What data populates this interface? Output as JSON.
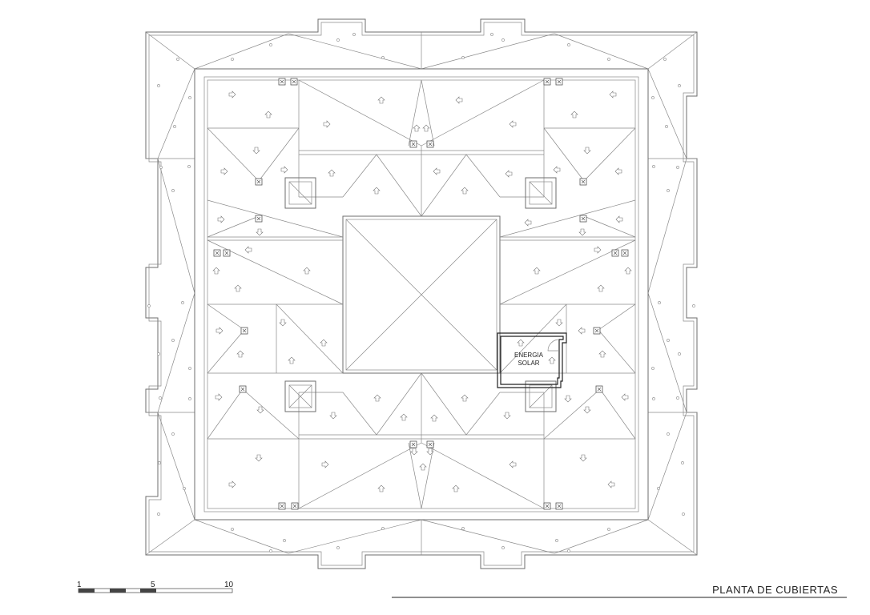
{
  "drawing": {
    "title": "PLANTA DE CUBIERTAS",
    "room_label_line1": "ENERGIA",
    "room_label_line2": "SOLAR"
  },
  "scale_bar": {
    "labels": [
      "1",
      "5",
      "10"
    ]
  },
  "colors": {
    "line": "#8a8a8a",
    "dark_line": "#222222",
    "text": "#222222",
    "background": "#ffffff"
  }
}
